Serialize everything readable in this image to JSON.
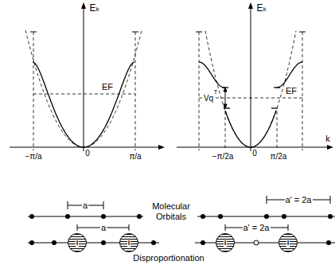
{
  "diagram": {
    "nodes": [
      {
        "text": [
          "I"
        ]
      },
      {
        "text": [
          "I"
        ]
      },
      {
        "text": [
          "I"
        ]
      },
      {
        "text": [
          "I"
        ]
      }
    ],
    "labels": [
      "Eₖ",
      "Eₖ",
      "−π/a",
      "0",
      "π/a",
      "EF",
      "k",
      "Vq",
      "T",
      "−π/2a",
      "0",
      "π/2a",
      "EF",
      "a",
      "a' = 2a",
      "Molecular Orbitals",
      "a",
      "a' = 2a",
      "Disproportionation"
    ]
  }
}
